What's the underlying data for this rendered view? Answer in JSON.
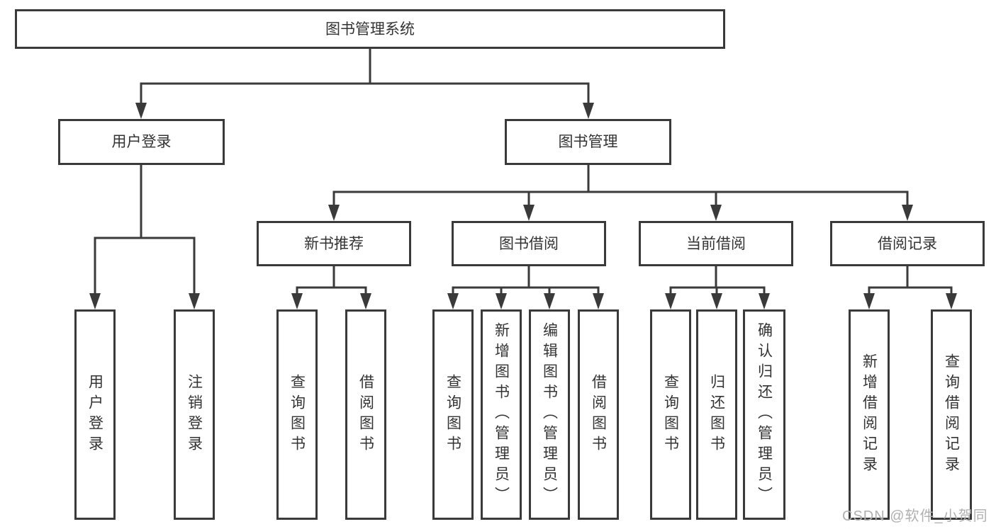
{
  "diagram": {
    "root_label": "图书管理系统",
    "level1": [
      "用户登录",
      "图书管理"
    ],
    "level2": [
      "新书推荐",
      "图书借阅",
      "当前借阅",
      "借阅记录"
    ],
    "leaves": {
      "user_login": [
        "用户登录",
        "注销登录"
      ],
      "new_books": [
        "查询图书",
        "借阅图书"
      ],
      "book_borrow": [
        "查询图书",
        "新增图书（管理员）",
        "编辑图书（管理员）",
        "借阅图书"
      ],
      "current_borrow": [
        "查询图书",
        "归还图书",
        "确认归还（管理员）"
      ],
      "borrow_records": [
        "新增借阅记录",
        "查询借阅记录"
      ]
    }
  },
  "watermark": "CSDN @软件_小贺同学",
  "colors": {
    "line": "#3a3a3a",
    "text": "#333333",
    "watermark": "#b0b0b0",
    "background": "#ffffff"
  }
}
